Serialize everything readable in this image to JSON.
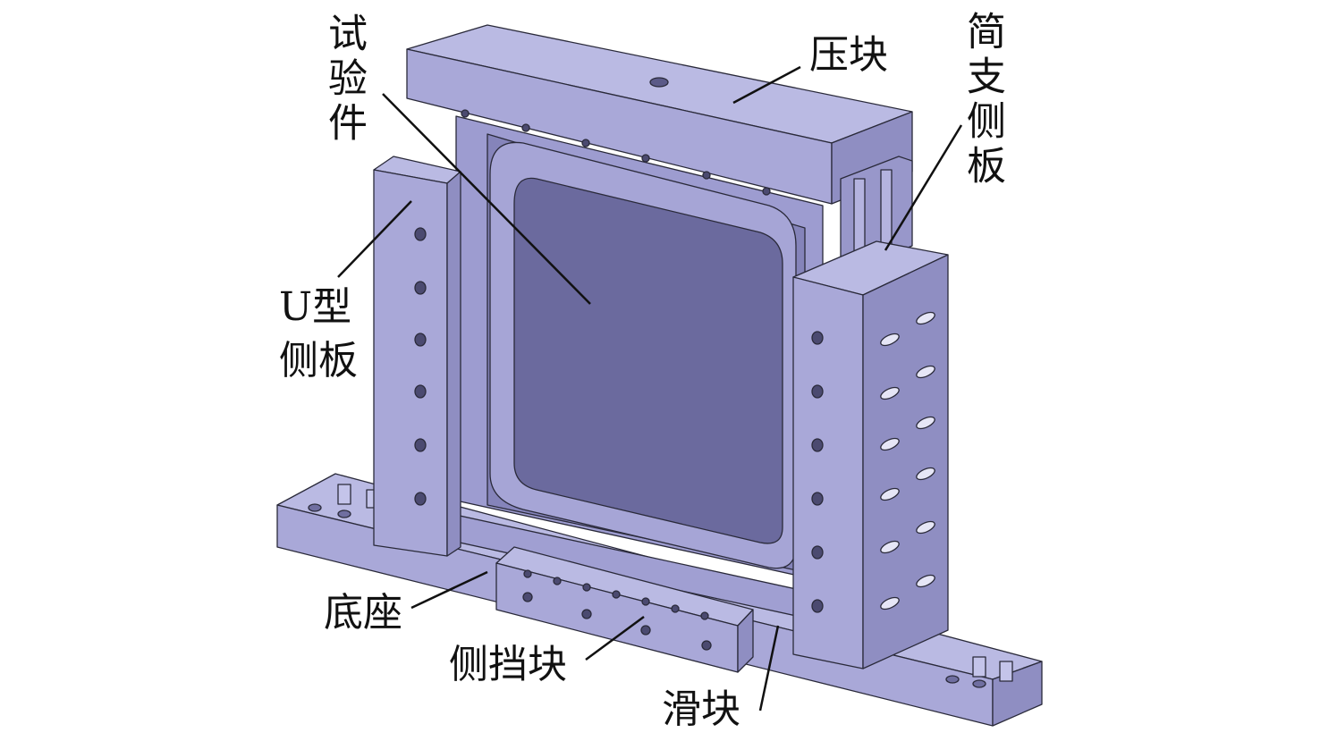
{
  "labels": {
    "specimen": "试验件",
    "press_block": "压块",
    "simple_support_plate": "简支侧板",
    "u_plate_line1": "U型",
    "u_plate_line2": "侧板",
    "base": "底座",
    "side_stop": "侧挡块",
    "slider": "滑块"
  },
  "colors": {
    "face_light": "#a9a8d8",
    "face_top": "#babae3",
    "face_side": "#8f8ec2",
    "specimen": "#6b6a9e",
    "edge": "#2a2a3a"
  }
}
